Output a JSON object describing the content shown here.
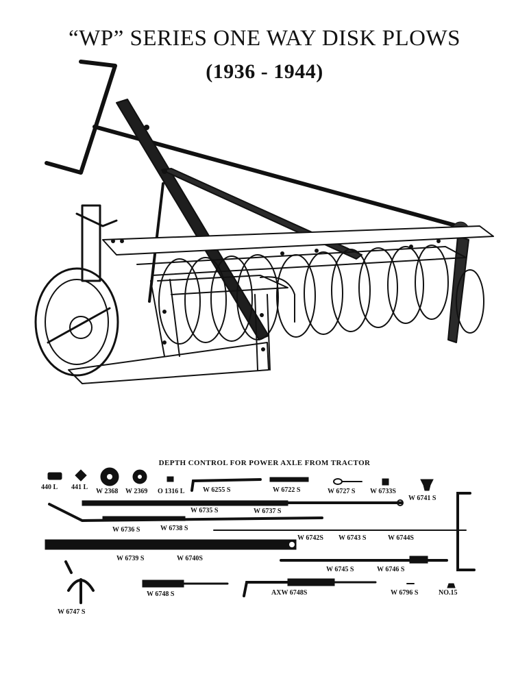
{
  "title": "“WP” SERIES ONE WAY DISK PLOWS",
  "years": "(1936 - 1944)",
  "parts_heading": "DEPTH CONTROL FOR POWER AXLE FROM TRACTOR",
  "parts": {
    "p440L": "440 L",
    "p441L": "441 L",
    "w2368": "W 2368",
    "w2369": "W 2369",
    "o1316L": "O 1316 L",
    "w6255S": "W 6255 S",
    "w6722S": "W 6722 S",
    "w6727S": "W 6727 S",
    "w6733S": "W 6733S",
    "w6741S": "W 6741 S",
    "w6735S": "W 6735 S",
    "w6737S": "W 6737 S",
    "w6736S": "W 6736 S",
    "w6738S": "W 6738 S",
    "w6742S": "W 6742S",
    "w6743S": "W 6743 S",
    "w6744S": "W 6744S",
    "w6739S": "W 6739 S",
    "w6740S": "W 6740S",
    "w6745S": "W 6745 S",
    "w6746S": "W 6746 S",
    "w6747S": "W 6747 S",
    "w6748S": "W 6748 S",
    "axw6748S": "AXW 6748S",
    "w6796S": "W 6796 S",
    "no15": "NO.15"
  }
}
